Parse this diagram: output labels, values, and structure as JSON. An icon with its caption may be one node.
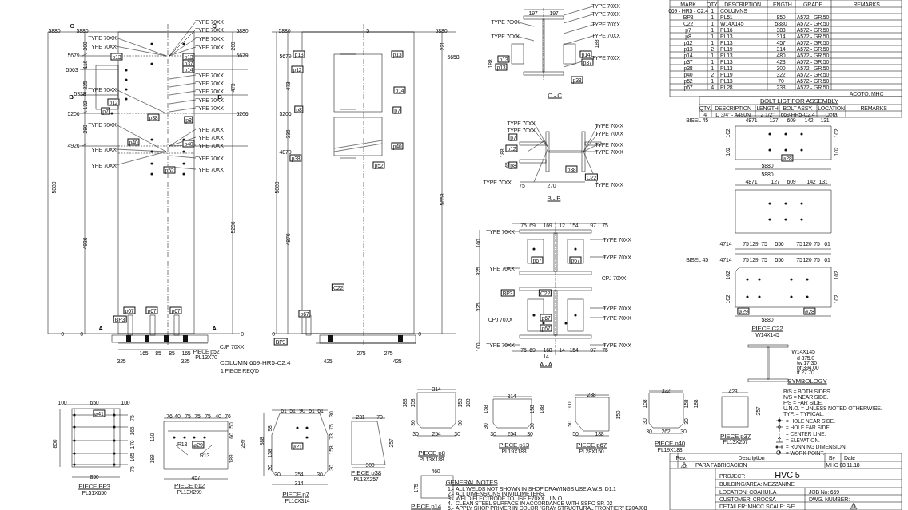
{
  "diagram": {
    "title": "COLUMN 669-HR5-C2.4",
    "labels": [
      "5880",
      "C",
      "5880",
      "C",
      "5880",
      "200",
      "5679",
      "200",
      "5679",
      "116",
      "5563",
      "225",
      "473",
      "B",
      "5338",
      "B",
      "132",
      "5206",
      "5206",
      "280",
      "4926",
      "5880",
      "4926",
      "5206",
      "0",
      "0",
      "A",
      "A",
      "0",
      "165",
      "85",
      "85",
      "165",
      "325",
      "325",
      "PIECE p52",
      "PL13X70",
      "1 PIECE REQ'D",
      "p13",
      "p13",
      "p37",
      "p14",
      "p12",
      "p7",
      "p38",
      "p8",
      "p40",
      "p40",
      "p52",
      "p67",
      "p67",
      "p67",
      "BP3",
      "TYPE 70XX",
      "TYPE 70XX",
      "TYPE 70XX",
      "TYPE 70XX",
      "TYPE 70XX",
      "TYPE 70XX",
      "TYPE 70XX",
      "TYPE 70XX",
      "TYPE 70XX",
      "TYPE 70XX",
      "TYPE 70XX",
      "TYPE 70XX",
      "TYPE 70XX",
      "TYPE 70XX",
      "TYPE 70XX",
      "TYPE 70XX",
      "TYPE 70XX",
      "TYPE 70XX",
      "TYPE 70XX",
      "TYPE 70XX",
      "CJP 70XX",
      "5880",
      "5",
      "5880",
      "221",
      "5679",
      "5658",
      "473",
      "5206",
      "336",
      "4870",
      "5880",
      "4870",
      "5658",
      "0",
      "0",
      "275",
      "275",
      "425",
      "425",
      "p13",
      "p13",
      "p12",
      "p14",
      "p8",
      "p7",
      "p40",
      "p38",
      "p52",
      "C22",
      "p67",
      "BP3",
      "197",
      "197",
      "TYPE 70XX",
      "TYPE 70XX",
      "TYPE 70XX",
      "TYPE 70XX",
      "TYPE 70XX",
      "TYPE 70XX",
      "TYPE 70XX",
      "188",
      "188",
      "p13",
      "p13",
      "p14",
      "p37",
      "p38",
      "C - C",
      "TYPE 70XX",
      "TYPE 70XX",
      "TYPE 70XX",
      "TYPE 70XX",
      "TYPE 70XX",
      "TYPE 70XX",
      "TYPE 70XX",
      "TYPE 70XX",
      "p7",
      "p12",
      "p8",
      "p38",
      "C22",
      "188",
      "45",
      "75",
      "270",
      "B - B",
      "75",
      "69",
      "169",
      "12",
      "154",
      "97",
      "75",
      "TYPE 70XX",
      "TYPE 70XX",
      "TYPE 70XX",
      "TYPE 70XX",
      "TYPE 70XX",
      "TYPE 70XX",
      "TYPE 70XX",
      "TYPE 70XX",
      "CPJ 70XX",
      "CPJ 70XX",
      "p67",
      "p67",
      "BP3",
      "C22",
      "p67",
      "p67",
      "100",
      "325",
      "325",
      "100",
      "75",
      "69",
      "168",
      "14",
      "154",
      "97",
      "75",
      "14",
      "A - A",
      "BISEL 45",
      "4871",
      "127",
      "609",
      "142",
      "131",
      "102",
      "102",
      "102",
      "102",
      "⌀28",
      "5880",
      "5880",
      "4871",
      "127",
      "609",
      "142",
      "131",
      "4714",
      "75",
      "129",
      "75",
      "556",
      "75",
      "120",
      "75",
      "61",
      "BISEL 45",
      "4714",
      "75",
      "129",
      "75",
      "556",
      "75",
      "120",
      "75",
      "61",
      "102",
      "102",
      "102",
      "102",
      "⌀29",
      "⌀28",
      "5880",
      "PIECE C22",
      "W14X145",
      "W14X145",
      "d 375.0",
      "tw 17.30",
      "bf 394.00",
      "tf 27.70",
      "SYMBOLOGY",
      "B/S = BOTH SIDES.",
      "N/S = NEAR SIDE.",
      "F/S = FAR SIDE.",
      "U.N.O. = UNLESS NOTED OTHERWISE.",
      "TYP. = TYPICAL.",
      "100",
      "650",
      "100",
      "⌀41",
      "75",
      "165",
      "170",
      "165",
      "75",
      "850",
      "850",
      "PIECE BP3",
      "PL51X650",
      "76",
      "40",
      "75",
      "75",
      "75",
      "40",
      "76",
      "110",
      "189",
      "50",
      "60",
      "189",
      "299",
      "R13",
      "⌀29",
      "R13",
      "457",
      "PIECE p12",
      "PL13X299",
      "61",
      "51",
      "90",
      "51",
      "61",
      "30",
      "75",
      "73",
      "158",
      "30",
      "388",
      "98",
      "158",
      "30",
      "⌀21",
      "30",
      "254",
      "30",
      "314",
      "PIECE p7",
      "PL16X314",
      "231",
      "70",
      "257",
      "300",
      "PIECE p38",
      "PL13X257",
      "314",
      "188",
      "158",
      "158",
      "188",
      "30",
      "30",
      "30",
      "254",
      "30",
      "PIECE p8",
      "PL13X188",
      "460",
      "175",
      "PIECE p14",
      "GENERAL NOTES",
      "1.-",
      "ALL WELDS NOT SHOWN IN SHOP DRAWINGS USE A.W.S. D1.1",
      "2.-",
      "ALL DIMENSIONS IN MILLIMETERS.",
      "3.-",
      "WELD ELECTRODE TO USE E70XX. U.N.O.",
      "4.-",
      "CLEAN STEEL SURFACE IN ACCORDANCE WITH SSPC-SP.-02",
      "5.-",
      "APPLY SHOP PRIMER IN COLOR \"GRAY STRUCTURAL FRONTIER\" E20AJ08",
      "314",
      "158",
      "158",
      "188",
      "30",
      "30",
      "30",
      "254",
      "30",
      "PIECE p13",
      "PL19X188",
      "238",
      "100",
      "50",
      "150",
      "50",
      "188",
      "PIECE p67",
      "PL28X150",
      "322",
      "158",
      "158",
      "188",
      "30",
      "30",
      "30",
      "262",
      "30",
      "PIECE p40",
      "PL19X188",
      "423",
      "257",
      "PIECE p37",
      "PL13X257",
      "Rev.",
      "Description",
      "By",
      "Date",
      "0",
      "PARA FABRICACION",
      "MHC",
      "08.11.18",
      "PROJECT:",
      "HVC 5",
      "BUILDING/AREA: MEZZANINE",
      "LOCATION: COAHUILA",
      "JOB No: 669",
      "CUSTOMER: CROCSA",
      "DWG. NUMBER:",
      "DETAILER: MHCC",
      "SCALE: S/E",
      "0",
      "MARK",
      "QTY.",
      "DESCRIPTION",
      "LENGTH",
      "GRADE",
      "REMARKS",
      "669 - HR5 - C2.4",
      "1",
      "COLUMNS",
      "BP3",
      "1",
      "PL51",
      "850",
      "A572 - GR.50",
      "C22",
      "1",
      "W14X145",
      "5880",
      "A572 - GR.50",
      "p7",
      "1",
      "PL16",
      "388",
      "A572 - GR.50",
      "p8",
      "1",
      "PL13",
      "314",
      "A572 - GR.50",
      "p12",
      "1",
      "PL13",
      "457",
      "A572 - GR.50",
      "p13",
      "2",
      "PL19",
      "314",
      "A572 - GR.50",
      "p14",
      "1",
      "PL13",
      "480",
      "A572 - GR.50",
      "p37",
      "1",
      "PL13",
      "423",
      "A572 - GR.50",
      "p38",
      "1",
      "PL13",
      "300",
      "A572 - GR.50",
      "p40",
      "2",
      "PL19",
      "322",
      "A572 - GR.50",
      "p52",
      "1",
      "PL13",
      "70",
      "A572 - GR.50",
      "p67",
      "4",
      "PL28",
      "238",
      "A572 - GR.50",
      "ACOTO: MHC",
      "BOLT LIST FOR ASSEMBLY",
      "QTY.",
      "DESCRIPTION",
      "LENGTH",
      "BOLT ASSY.",
      "LOCATION",
      "REMARKS",
      "4",
      "D 3/4\" - A490N",
      "2 1/2\"",
      "669-HR5-C2.4",
      "Obra"
    ],
    "legend": [
      {
        "text": "= HOLE NEAR SIDE."
      },
      {
        "text": "= HOLE FAR SIDE."
      },
      {
        "text": "= CENTER LINE."
      },
      {
        "text": "= ELEVATION."
      },
      {
        "text": "= RUNNING DIMENSION."
      },
      {
        "text": "= WORK POINT."
      }
    ]
  }
}
